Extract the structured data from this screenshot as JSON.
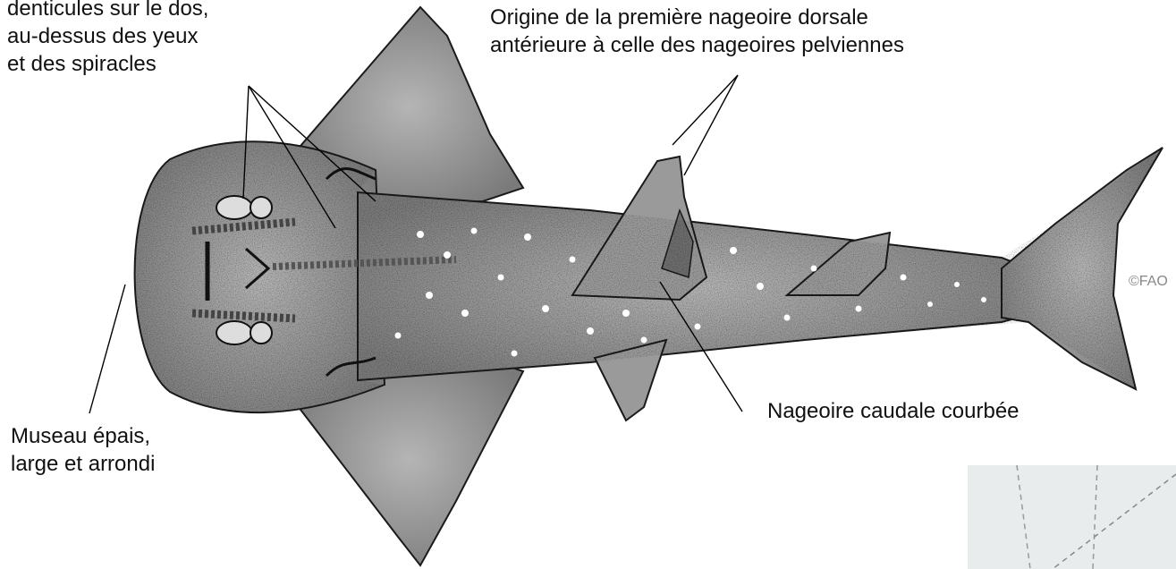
{
  "labels": {
    "denticules": [
      "denticules sur le dos,",
      "au-dessus des yeux",
      "et des spiracles"
    ],
    "origine": [
      "Origine de la première nageoire dorsale",
      "antérieure à celle des nageoires pelviennes"
    ],
    "museau": [
      "Museau épais,",
      "large et arrondi"
    ],
    "caudale": "Nageoire caudale courbée",
    "copyright": "©FAO"
  },
  "colors": {
    "background": "#ffffff",
    "text": "#111111",
    "ink": "#1a1a1a",
    "skin": "#8f8f8f",
    "spots": "#ffffff"
  }
}
